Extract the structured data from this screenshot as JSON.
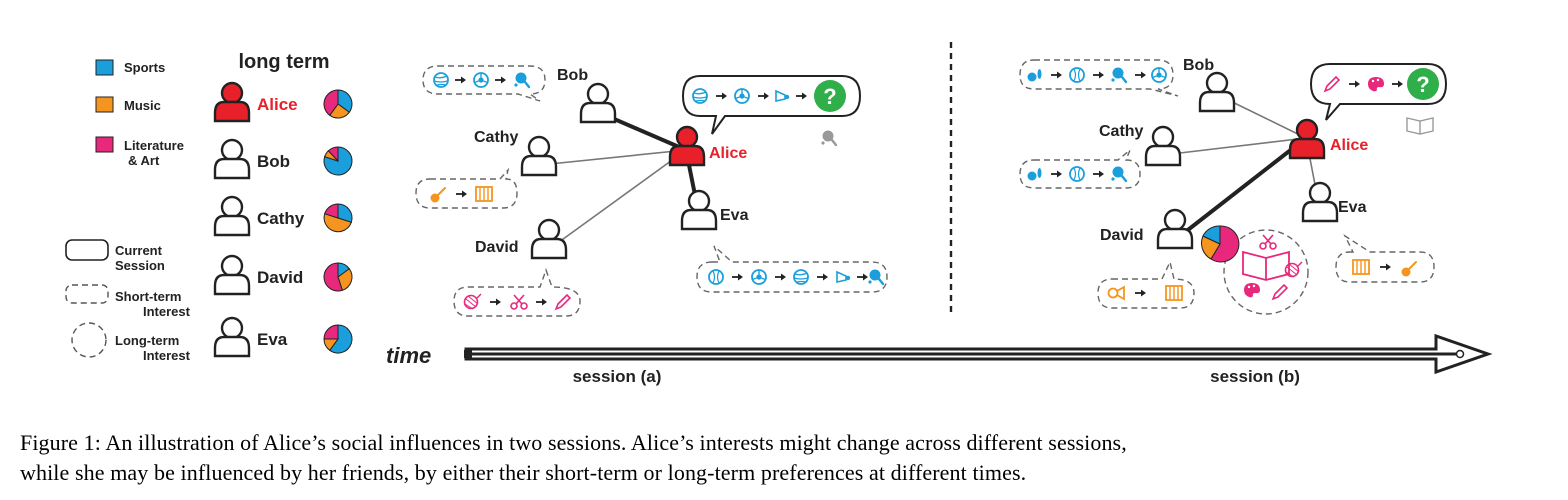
{
  "legend": {
    "categories": [
      {
        "label": "Sports",
        "color": "#1a9fdc"
      },
      {
        "label": "Music",
        "color": "#f5951f"
      },
      {
        "label_line1": "Literature",
        "label_line2": "& Art",
        "color": "#e8287c"
      }
    ],
    "boxes": [
      {
        "line1": "Current",
        "line2": "Session"
      },
      {
        "line1": "Short-term",
        "line2": "Interest"
      },
      {
        "line1": "Long-term",
        "line2": "Interest"
      }
    ],
    "long_term_title": "long term",
    "users": [
      {
        "name": "Alice",
        "color": "#e8202a",
        "sports": 0.35,
        "music": 0.25,
        "art": 0.4
      },
      {
        "name": "Bob",
        "color": "#222222",
        "sports": 0.8,
        "music": 0.08,
        "art": 0.12
      },
      {
        "name": "Cathy",
        "color": "#222222",
        "sports": 0.3,
        "music": 0.5,
        "art": 0.2
      },
      {
        "name": "David",
        "color": "#222222",
        "sports": 0.15,
        "music": 0.3,
        "art": 0.55
      },
      {
        "name": "Eva",
        "color": "#222222",
        "sports": 0.6,
        "music": 0.15,
        "art": 0.25
      }
    ]
  },
  "session_a": {
    "names": {
      "bob": "Bob",
      "cathy": "Cathy",
      "david": "David",
      "eva": "Eva",
      "alice": "Alice"
    },
    "question": "?",
    "label": "session (a)"
  },
  "session_b": {
    "names": {
      "bob": "Bob",
      "cathy": "Cathy",
      "david": "David",
      "eva": "Eva",
      "alice": "Alice"
    },
    "question": "?",
    "label": "session (b)"
  },
  "timeline": {
    "label": "time"
  },
  "colors": {
    "sports": "#1a9fdc",
    "music": "#f5951f",
    "art": "#e8287c",
    "alice": "#e8202a",
    "green": "#2fae4a"
  },
  "caption": {
    "line1": "Figure 1: An illustration of Alice’s social influences in two sessions. Alice’s interests might change across different sessions,",
    "line2": "while she may be influenced by her friends, by either their short-term or long-term preferences at different times."
  }
}
